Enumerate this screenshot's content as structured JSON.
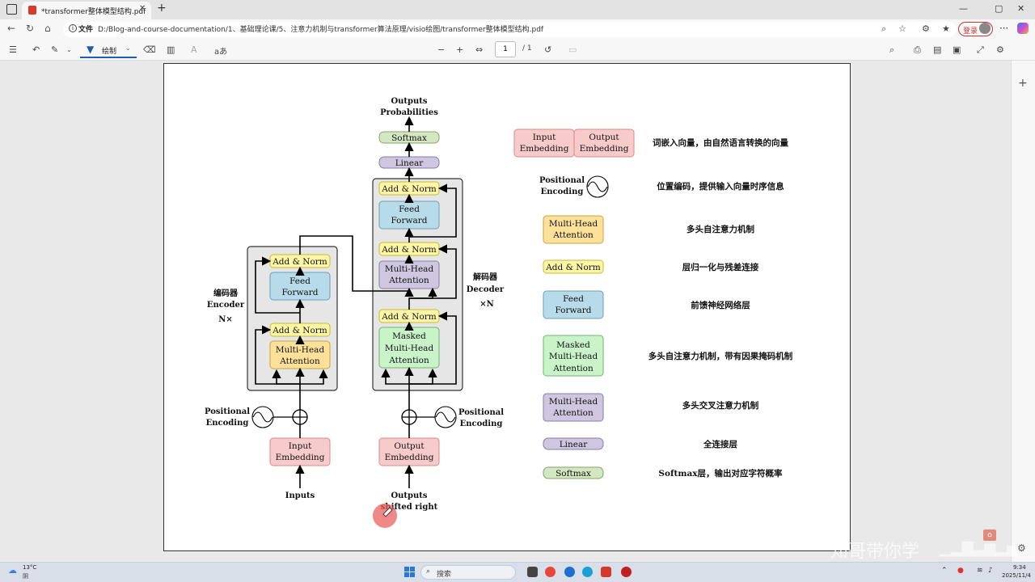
{
  "browser": {
    "tab_title": "*transformer整体模型结构.pdf",
    "tab_close": "✕",
    "new_tab": "+",
    "window_controls": [
      "—",
      "▢",
      "✕"
    ],
    "file_tag": "文件",
    "url": "D:/Blog-and-course-documentation/1、基础理论课/5、注意力机制与transformer算法原理/visio绘图/transformer整体模型结构.pdf",
    "login_label": "登录"
  },
  "pdf_toolbar": {
    "draw_label": "绘制",
    "read_aloud_label": "aあ",
    "page_current": "1",
    "page_total": "/ 1"
  },
  "diagram": {
    "outputs_probabilities": [
      "Outputs",
      "Probabilities"
    ],
    "softmax": "Softmax",
    "linear": "Linear",
    "add_norm": "Add & Norm",
    "feed_forward": [
      "Feed",
      "Forward"
    ],
    "multi_head_attention": [
      "Multi-Head",
      "Attention"
    ],
    "masked_mha": [
      "Masked",
      "Multi-Head",
      "Attention"
    ],
    "input_embedding": [
      "Input",
      "Embedding"
    ],
    "output_embedding": [
      "Output",
      "Embedding"
    ],
    "positional_encoding": [
      "Positional",
      "Encoding"
    ],
    "encoder_label": [
      "编码器",
      "Encoder",
      "N×"
    ],
    "decoder_label": [
      "解码器",
      "Decoder",
      "×N"
    ],
    "inputs": "Inputs",
    "outputs_shifted": [
      "Outputs",
      "shifted right"
    ]
  },
  "legend": [
    {
      "label_cn": "词嵌入向量，由自然语言转换的向量"
    },
    {
      "label_cn": "位置编码，提供输入向量时序信息"
    },
    {
      "label_cn": "多头自注意力机制"
    },
    {
      "label_cn": "层归一化与残差连接"
    },
    {
      "label_cn": "前馈神经网络层"
    },
    {
      "label_cn": "多头自注意力机制，带有因果掩码机制"
    },
    {
      "label_cn": "多头交叉注意力机制"
    },
    {
      "label_cn": "全连接层"
    },
    {
      "label_cn": "Softmax层，输出对应字符概率"
    }
  ],
  "colors": {
    "pink": "#f8cbcb",
    "pink_border": "#d98a8a",
    "yellow": "#fdf6a6",
    "yellow_border": "#c9bb35",
    "blue": "#b7dbe8",
    "blue_border": "#6e9fb5",
    "purple": "#cfc6e0",
    "purple_border": "#8a7ca8",
    "green": "#c9f3c9",
    "green_border": "#6fb56f",
    "orange": "#fde19a",
    "orange_border": "#c8a53c",
    "light_green": "#d4e7c2",
    "light_green_border": "#86a66a",
    "block_bg": "#e6e6e6"
  },
  "watermark": "知哥带你学",
  "taskbar": {
    "temperature": "13°C",
    "weather": "阴",
    "search_placeholder": "搜索",
    "time": "9:34",
    "date": "2025/11/4"
  }
}
